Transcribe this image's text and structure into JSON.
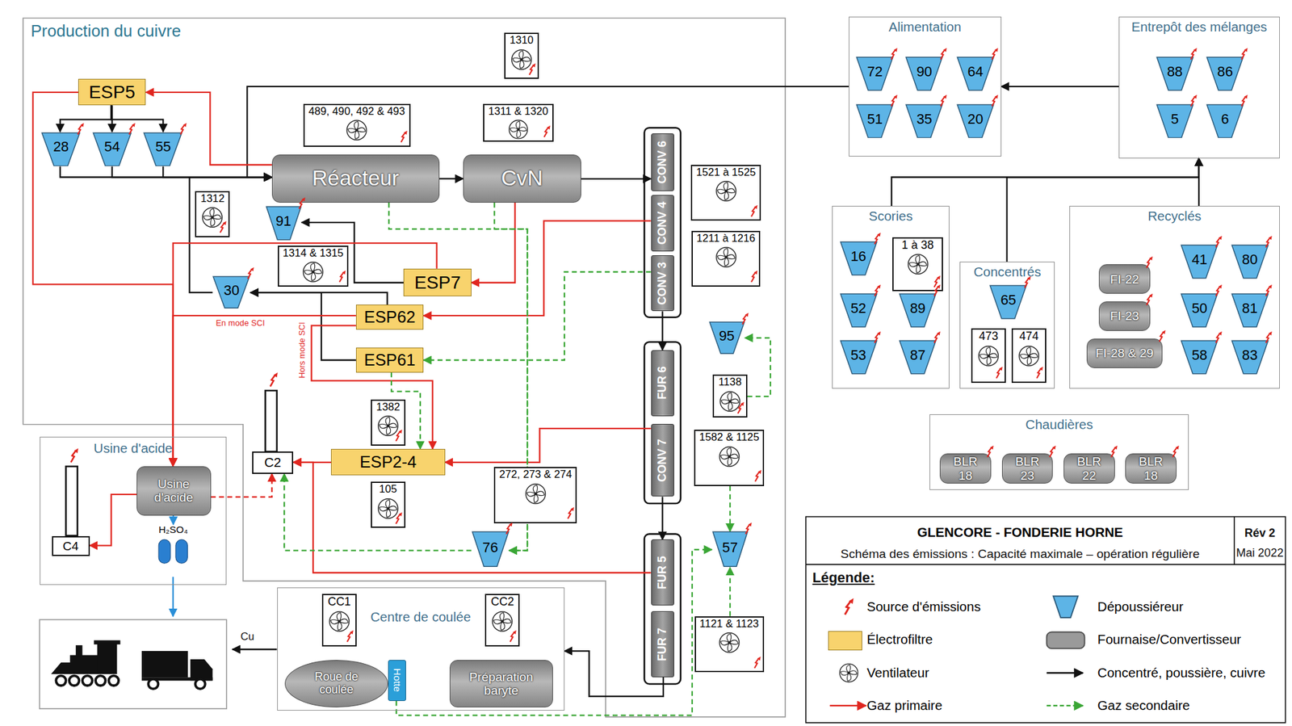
{
  "diagram": {
    "title": "GLENCORE - FONDERIE HORNE",
    "nodes": [
      {
        "text": [
          "Production du cuivre"
        ]
      },
      {
        "text": [
          "ESP5"
        ],
        "in": 0
      },
      {
        "text": [
          "28"
        ],
        "in": 0
      },
      {
        "text": [
          "54"
        ],
        "in": 0
      },
      {
        "text": [
          "55"
        ],
        "in": 0
      },
      {
        "text": [
          "Réacteur"
        ],
        "in": 0
      },
      {
        "text": [
          "CvN"
        ],
        "in": 0
      },
      {
        "text": [
          "1310"
        ],
        "in": 0
      },
      {
        "text": [
          "489, 490, 492 & 493"
        ],
        "in": 0
      },
      {
        "text": [
          "1311 & 1320"
        ],
        "in": 0
      },
      {
        "text": [
          "CONV 6"
        ],
        "in": 0
      },
      {
        "text": [
          "CONV 4"
        ],
        "in": 0
      },
      {
        "text": [
          "CONV 3"
        ],
        "in": 0
      },
      {
        "text": [
          "1312"
        ],
        "in": 0
      },
      {
        "text": [
          "91"
        ],
        "in": 0
      },
      {
        "text": [
          "1314 & 1315"
        ],
        "in": 0
      },
      {
        "text": [
          "30"
        ],
        "in": 0
      },
      {
        "text": [
          "ESP7"
        ],
        "in": 0
      },
      {
        "text": [
          "ESP62"
        ],
        "in": 0
      },
      {
        "text": [
          "ESP61"
        ],
        "in": 0
      },
      {
        "text": [
          "1521 à 1525"
        ],
        "in": 0
      },
      {
        "text": [
          "1211 à 1216"
        ],
        "in": 0
      },
      {
        "text": [
          "95"
        ],
        "in": 0
      },
      {
        "text": [
          "1138"
        ],
        "in": 0
      },
      {
        "text": [
          "FUR 6"
        ],
        "in": 0
      },
      {
        "text": [
          "CONV 7"
        ],
        "in": 0
      },
      {
        "text": [
          "1582 & 1125"
        ],
        "in": 0
      },
      {
        "text": [
          "1382"
        ],
        "in": 0
      },
      {
        "text": [
          "ESP2-4"
        ],
        "in": 0
      },
      {
        "text": [
          "105"
        ],
        "in": 0
      },
      {
        "text": [
          "C2"
        ],
        "in": 0
      },
      {
        "text": [
          "272, 273 & 274"
        ],
        "in": 0
      },
      {
        "text": [
          "76"
        ],
        "in": 0
      },
      {
        "text": [
          "57"
        ],
        "in": 0
      },
      {
        "text": [
          "FUR 5"
        ],
        "in": 0
      },
      {
        "text": [
          "FUR 7"
        ],
        "in": 0
      },
      {
        "text": [
          "1121 & 1123"
        ],
        "in": 0
      },
      {
        "text": [
          "Usine d'acide"
        ]
      },
      {
        "text": [
          "Usine d'acide"
        ],
        "in": 37
      },
      {
        "text": [
          "C4"
        ],
        "in": 37
      },
      {
        "text": [
          "H₂SO₄"
        ],
        "in": 37
      },
      {
        "text": [
          "Centre de coulée"
        ]
      },
      {
        "text": [
          "CC1"
        ],
        "in": 41
      },
      {
        "text": [
          "CC2"
        ],
        "in": 41
      },
      {
        "text": [
          "Roue de coulée"
        ],
        "in": 41
      },
      {
        "text": [
          "Hotte"
        ],
        "in": 41
      },
      {
        "text": [
          "Préparation baryte"
        ],
        "in": 41
      },
      {
        "text": [
          "Alimentation"
        ]
      },
      {
        "text": [
          "72"
        ],
        "in": 47
      },
      {
        "text": [
          "90"
        ],
        "in": 47
      },
      {
        "text": [
          "64"
        ],
        "in": 47
      },
      {
        "text": [
          "51"
        ],
        "in": 47
      },
      {
        "text": [
          "35"
        ],
        "in": 47
      },
      {
        "text": [
          "20"
        ],
        "in": 47
      },
      {
        "text": [
          "Entrepôt des mélanges"
        ]
      },
      {
        "text": [
          "88"
        ],
        "in": 54
      },
      {
        "text": [
          "86"
        ],
        "in": 54
      },
      {
        "text": [
          "5"
        ],
        "in": 54
      },
      {
        "text": [
          "6"
        ],
        "in": 54
      },
      {
        "text": [
          "Scories"
        ]
      },
      {
        "text": [
          "16"
        ],
        "in": 59
      },
      {
        "text": [
          "1 à 38"
        ],
        "in": 59
      },
      {
        "text": [
          "52"
        ],
        "in": 59
      },
      {
        "text": [
          "89"
        ],
        "in": 59
      },
      {
        "text": [
          "53"
        ],
        "in": 59
      },
      {
        "text": [
          "87"
        ],
        "in": 59
      },
      {
        "text": [
          "Concentrés"
        ]
      },
      {
        "text": [
          "65"
        ],
        "in": 66
      },
      {
        "text": [
          "473"
        ],
        "in": 66
      },
      {
        "text": [
          "474"
        ],
        "in": 66
      },
      {
        "text": [
          "Recyclés"
        ]
      },
      {
        "text": [
          "FI-22"
        ],
        "in": 70
      },
      {
        "text": [
          "41"
        ],
        "in": 70
      },
      {
        "text": [
          "80"
        ],
        "in": 70
      },
      {
        "text": [
          "FI-23"
        ],
        "in": 70
      },
      {
        "text": [
          "50"
        ],
        "in": 70
      },
      {
        "text": [
          "81"
        ],
        "in": 70
      },
      {
        "text": [
          "FI-28 & 29"
        ],
        "in": 70
      },
      {
        "text": [
          "58"
        ],
        "in": 70
      },
      {
        "text": [
          "83"
        ],
        "in": 70
      },
      {
        "text": [
          "Chaudières"
        ]
      },
      {
        "text": [
          "BLR 18"
        ],
        "in": 80
      },
      {
        "text": [
          "BLR 23"
        ],
        "in": 80
      },
      {
        "text": [
          "BLR 22"
        ],
        "in": 80
      },
      {
        "text": [
          "BLR 18"
        ],
        "in": 80
      }
    ],
    "edges": [
      {
        "from": 54,
        "to": 47,
        "arrow": "to"
      },
      {
        "from": 47,
        "to": 5,
        "arrow": "to"
      },
      {
        "from": 59,
        "to": 54,
        "arrow": "to"
      },
      {
        "from": 66,
        "to": 54,
        "arrow": "to"
      },
      {
        "from": 70,
        "to": 54,
        "arrow": "to"
      },
      {
        "from": 1,
        "to": 2,
        "arrow": "to"
      },
      {
        "from": 1,
        "to": 3,
        "arrow": "to"
      },
      {
        "from": 1,
        "to": 4,
        "arrow": "to"
      },
      {
        "from": 2,
        "to": 5,
        "arrow": "to"
      },
      {
        "from": 3,
        "to": 5,
        "arrow": "to"
      },
      {
        "from": 4,
        "to": 5,
        "arrow": "to"
      },
      {
        "from": 16,
        "to": 5,
        "arrow": "to"
      },
      {
        "from": 18,
        "to": 16,
        "arrow": "to"
      },
      {
        "from": 19,
        "to": 16,
        "arrow": "to"
      },
      {
        "from": 17,
        "to": 14,
        "arrow": "to"
      },
      {
        "from": 5,
        "to": 6,
        "arrow": "to"
      },
      {
        "from": 6,
        "to": 10,
        "arrow": "to"
      },
      {
        "from": 12,
        "to": 24,
        "arrow": "to"
      },
      {
        "from": 25,
        "to": 34,
        "arrow": "to"
      },
      {
        "from": 35,
        "to": 41,
        "arrow": "to"
      },
      {
        "from": 5,
        "to": 1,
        "arrow": "to"
      },
      {
        "from": 1,
        "to": 38,
        "arrow": "to"
      },
      {
        "from": 6,
        "to": 17,
        "arrow": "to"
      },
      {
        "from": 17,
        "to": 38,
        "arrow": "to"
      },
      {
        "from": 11,
        "to": 18,
        "arrow": "to"
      },
      {
        "from": 18,
        "to": 38,
        "arrow": "to"
      },
      {
        "from": 18,
        "to": 28,
        "arrow": "to"
      },
      {
        "from": 25,
        "to": 28,
        "arrow": "to"
      },
      {
        "from": 28,
        "to": 30,
        "arrow": "to"
      },
      {
        "from": 34,
        "to": 30,
        "arrow": "to"
      },
      {
        "from": 38,
        "to": 39,
        "arrow": "to"
      },
      {
        "from": 38,
        "to": 30,
        "arrow": "to"
      },
      {
        "from": 38,
        "to": 40,
        "arrow": "to"
      },
      {
        "from": 5,
        "to": 32,
        "arrow": "to"
      },
      {
        "from": 6,
        "to": 32,
        "arrow": "to"
      },
      {
        "from": 12,
        "to": 19,
        "arrow": "to"
      },
      {
        "from": 19,
        "to": 28,
        "arrow": "to"
      },
      {
        "from": 23,
        "to": 22,
        "arrow": "to"
      },
      {
        "from": 26,
        "to": 33,
        "arrow": "to"
      },
      {
        "from": 36,
        "to": 33,
        "arrow": "to"
      },
      {
        "from": 45,
        "to": 33,
        "arrow": "to"
      },
      {
        "from": 32,
        "to": 30,
        "arrow": "to"
      }
    ],
    "labels": [
      "En mode SCI",
      "Hors mode SCI",
      "Cu",
      "Schéma des émissions : Capacité maximale – opération régulière",
      "Rév 2",
      "Mai 2022",
      "Légende:"
    ],
    "legend": [
      {
        "text": "Source d'émissions"
      },
      {
        "text": "Dépoussiéreur"
      },
      {
        "text": "Électrofiltre",
        "color": "#f8d36d"
      },
      {
        "text": "Fournaise/Convertisseur"
      },
      {
        "text": "Ventilateur"
      },
      {
        "text": "Concentré, poussière, cuivre"
      },
      {
        "text": "Gaz primaire"
      },
      {
        "text": "Gaz secondaire"
      }
    ]
  }
}
